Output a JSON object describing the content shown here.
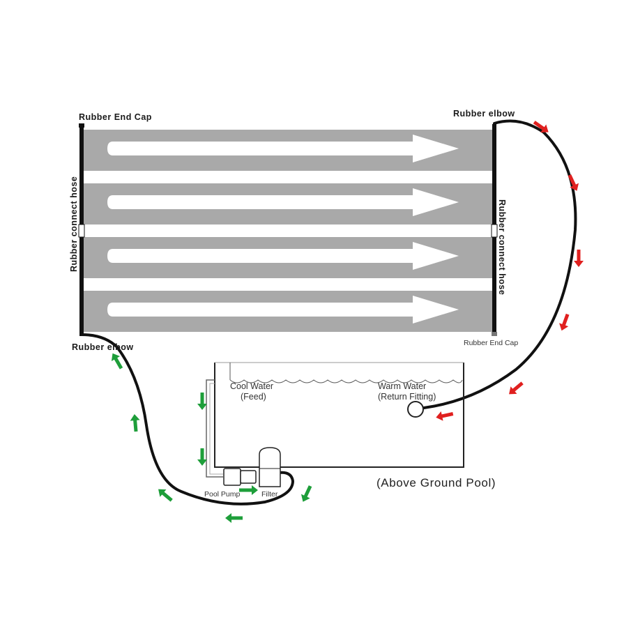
{
  "labels": {
    "end_cap_top_left": "Rubber End Cap",
    "elbow_top_right": "Rubber elbow",
    "connect_hose_left": "Rubber connect hose",
    "connect_hose_right": "Rubber connect hose",
    "elbow_bottom_left": "Rubber elbow",
    "end_cap_bottom_right": "Rubber End Cap",
    "cool_water_line1": "Cool Water",
    "cool_water_line2": "(Feed)",
    "warm_water_line1": "Warm Water",
    "warm_water_line2": "(Return Fitting)",
    "pool_pump": "Pool Pump",
    "filter": "Filter",
    "pool_title": "(Above Ground Pool)"
  },
  "colors": {
    "panel_fill": "#a9a9a9",
    "flow_arrow": "#ffffff",
    "hose": "#111111",
    "cold_flow_arrow": "#1e9e3a",
    "warm_flow_arrow": "#e0201f",
    "pool_outline": "#222222"
  },
  "panels": [
    {
      "name": "panel-1"
    },
    {
      "name": "panel-2"
    },
    {
      "name": "panel-3"
    },
    {
      "name": "panel-4"
    }
  ],
  "icons": [
    "flow-arrow-icon",
    "green-flow-arrow-icon",
    "red-flow-arrow-icon",
    "return-fitting-icon"
  ]
}
